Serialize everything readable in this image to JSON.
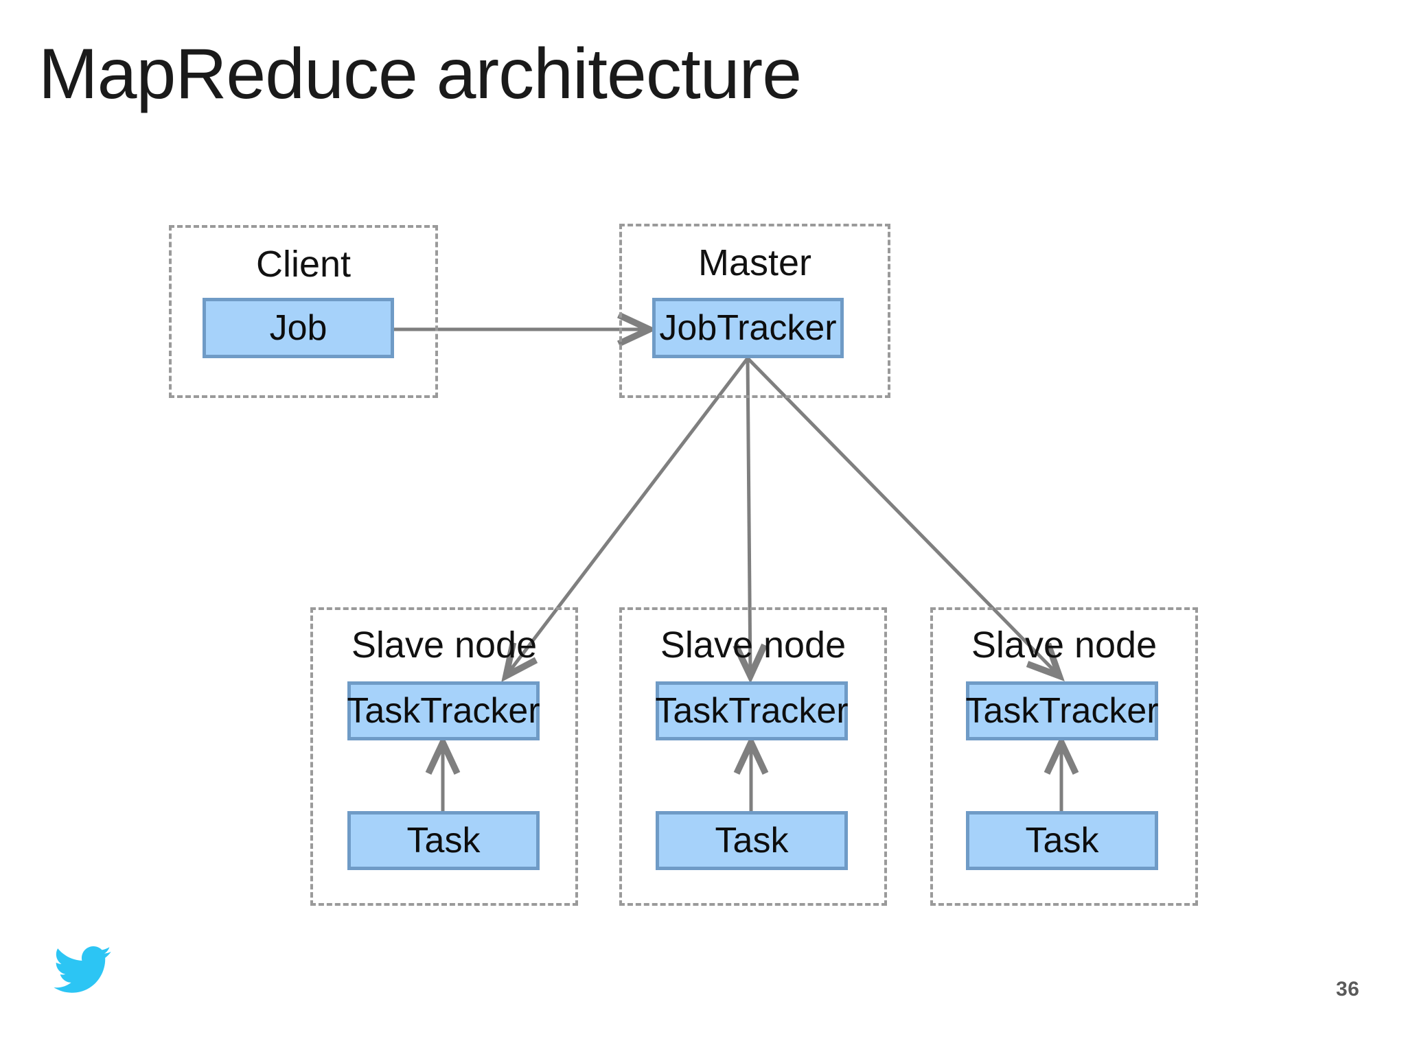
{
  "slide": {
    "title": "MapReduce architecture",
    "page_number": "36",
    "logo_icon": "twitter-bird-icon",
    "colors": {
      "node_fill": "#a6d2fa",
      "node_border": "#6f9bc6",
      "group_border": "#9a9a9a",
      "edge": "#7f7f7f",
      "title_text": "#1a1a1a",
      "logo": "#2cc5f4",
      "page_number_text": "#5a5a5a"
    }
  },
  "diagram": {
    "type": "architecture-block-diagram",
    "groups": [
      {
        "id": "client",
        "label": "Client",
        "nodes": [
          {
            "id": "job",
            "label": "Job"
          }
        ]
      },
      {
        "id": "master",
        "label": "Master",
        "nodes": [
          {
            "id": "jobtracker",
            "label": "JobTracker"
          }
        ]
      },
      {
        "id": "slave-1",
        "label": "Slave node",
        "nodes": [
          {
            "id": "tasktracker-1",
            "label": "TaskTracker"
          },
          {
            "id": "task-1",
            "label": "Task"
          }
        ]
      },
      {
        "id": "slave-2",
        "label": "Slave node",
        "nodes": [
          {
            "id": "tasktracker-2",
            "label": "TaskTracker"
          },
          {
            "id": "task-2",
            "label": "Task"
          }
        ]
      },
      {
        "id": "slave-3",
        "label": "Slave node",
        "nodes": [
          {
            "id": "tasktracker-3",
            "label": "TaskTracker"
          },
          {
            "id": "task-3",
            "label": "Task"
          }
        ]
      }
    ],
    "edges": [
      {
        "from": "job",
        "to": "jobtracker",
        "arrow": true
      },
      {
        "from": "jobtracker",
        "to": "tasktracker-1",
        "arrow": true
      },
      {
        "from": "jobtracker",
        "to": "tasktracker-2",
        "arrow": true
      },
      {
        "from": "jobtracker",
        "to": "tasktracker-3",
        "arrow": true
      },
      {
        "from": "task-1",
        "to": "tasktracker-1",
        "arrow": true
      },
      {
        "from": "task-2",
        "to": "tasktracker-2",
        "arrow": true
      },
      {
        "from": "task-3",
        "to": "tasktracker-3",
        "arrow": true
      }
    ]
  }
}
